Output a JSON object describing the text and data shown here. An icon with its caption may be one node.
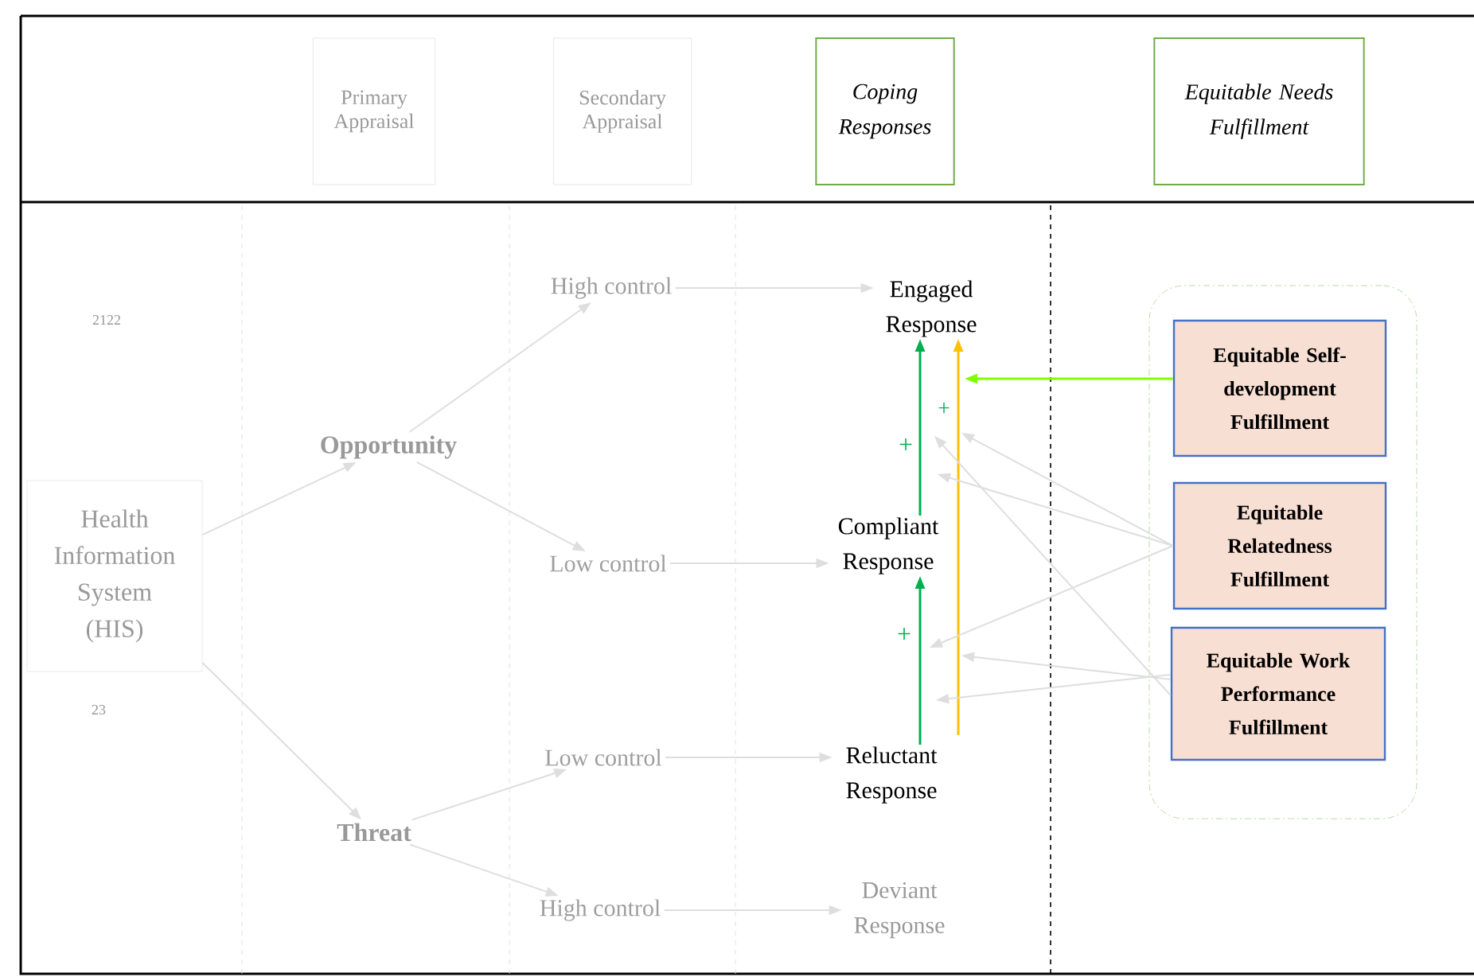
{
  "diagram": {
    "nodes": [
      {
        "text": [
          "Primary Appraisal"
        ]
      },
      {
        "text": [
          "Secondary Appraisal"
        ]
      },
      {
        "text": [
          "Coping Responses"
        ]
      },
      {
        "text": [
          "Equitable Needs Fulfillment"
        ]
      },
      {
        "text": [
          "Health Information System (HIS)"
        ]
      },
      {
        "text": [
          "Opportunity"
        ]
      },
      {
        "text": [
          "Threat"
        ]
      },
      {
        "text": [
          "High control"
        ]
      },
      {
        "text": [
          "Low control"
        ]
      },
      {
        "text": [
          "Low control"
        ]
      },
      {
        "text": [
          "High control"
        ]
      },
      {
        "text": [
          "Engaged Response"
        ]
      },
      {
        "text": [
          "Compliant Response"
        ]
      },
      {
        "text": [
          "Reluctant Response"
        ]
      },
      {
        "text": [
          "Deviant Response"
        ]
      },
      {
        "text": [],
        "shape": "box"
      },
      {
        "text": [
          "Equitable Self-development Fulfillment"
        ],
        "in": 15
      },
      {
        "text": [
          "Equitable Relatedness Fulfillment"
        ],
        "in": 15
      },
      {
        "text": [
          "Equitable Work Performance Fulfillment"
        ],
        "in": 15
      }
    ],
    "edges": [
      {
        "from": 4,
        "to": 5,
        "arrow": "to"
      },
      {
        "from": 4,
        "to": 6,
        "arrow": "to"
      },
      {
        "from": 5,
        "to": 7,
        "arrow": "to"
      },
      {
        "from": 5,
        "to": 8,
        "arrow": "to"
      },
      {
        "from": 6,
        "to": 9,
        "arrow": "to"
      },
      {
        "from": 6,
        "to": 10,
        "arrow": "to"
      },
      {
        "from": 7,
        "to": 11,
        "arrow": "to"
      },
      {
        "from": 8,
        "to": 12,
        "arrow": "to"
      },
      {
        "from": 9,
        "to": 13,
        "arrow": "to"
      },
      {
        "from": 10,
        "to": 14,
        "arrow": "to"
      },
      {
        "from": 12,
        "to": 11,
        "arrow": "to",
        "color": "#00b050"
      },
      {
        "from": 13,
        "to": 12,
        "arrow": "to",
        "color": "#00b050"
      },
      {
        "from": 13,
        "to": 11,
        "arrow": "to",
        "color": "#ffc000"
      },
      {
        "from": 16,
        "to": null,
        "arrow": "to",
        "color": "#7fff00"
      },
      {
        "from": 17,
        "to": null,
        "arrow": "to"
      },
      {
        "from": 17,
        "to": null,
        "arrow": "to"
      },
      {
        "from": 17,
        "to": null,
        "arrow": "to"
      },
      {
        "from": 18,
        "to": null,
        "arrow": "to"
      },
      {
        "from": 18,
        "to": null,
        "arrow": "to"
      },
      {
        "from": 18,
        "to": null,
        "arrow": "to"
      }
    ],
    "labels": [
      "2122",
      "23",
      "+",
      "+",
      "+"
    ]
  }
}
